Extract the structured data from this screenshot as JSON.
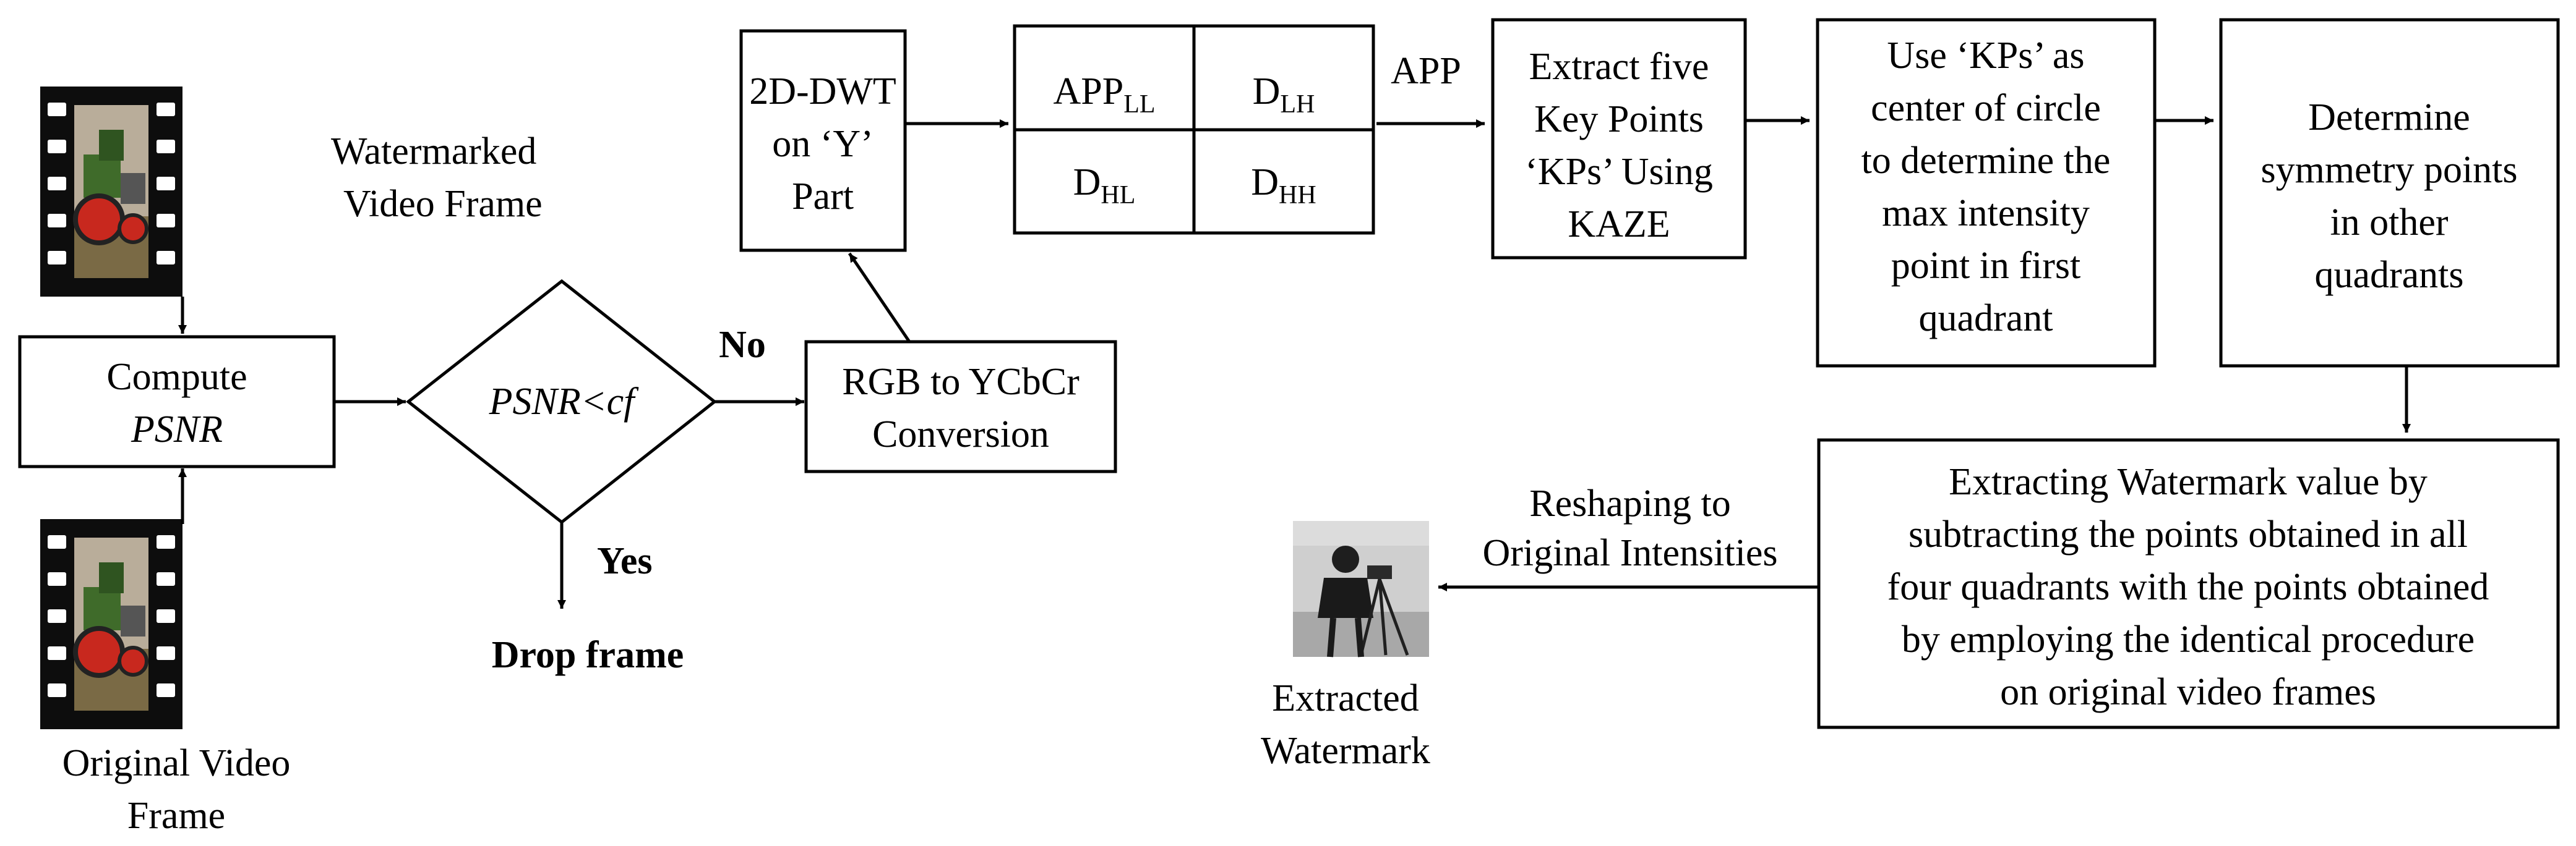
{
  "frames": {
    "watermarked_label": [
      "Watermarked",
      "Video Frame"
    ],
    "original_label": [
      "Original Video",
      "Frame"
    ]
  },
  "nodes": {
    "compute": {
      "line1": "Compute",
      "line2": "PSNR"
    },
    "decision": {
      "text": "PSNR<cf"
    },
    "no_label": "No",
    "yes_label": "Yes",
    "drop_frame": "Drop frame",
    "rgb": {
      "line1": "RGB to YCbCr",
      "line2": "Conversion"
    },
    "dwt": {
      "line1": "2D-DWT",
      "line2": "on ‘Y’",
      "line3": "Part"
    },
    "subbands": {
      "ll": {
        "base": "APP",
        "sub": "LL"
      },
      "lh": {
        "base": "D",
        "sub": "LH"
      },
      "hl": {
        "base": "D",
        "sub": "HL"
      },
      "hh": {
        "base": "D",
        "sub": "HH"
      }
    },
    "app_label": "APP",
    "kaze": {
      "line1": "Extract five",
      "line2": "Key Points",
      "line3": "‘KPs’ Using",
      "line4": "KAZE"
    },
    "circle": {
      "line1": "Use ‘KPs’ as",
      "line2": "center of circle",
      "line3": "to determine the",
      "line4": "max intensity",
      "line5": "point in first",
      "line6": "quadrant"
    },
    "symmetry": {
      "line1": "Determine",
      "line2": "symmetry points",
      "line3": "in other",
      "line4": "quadrants"
    },
    "extract": {
      "line1": "Extracting Watermark value by",
      "line2": "subtracting the points obtained in all",
      "line3": "four quadrants with the points obtained",
      "line4": "by employing the identical procedure",
      "line5": "on original video frames"
    },
    "reshape": {
      "line1": "Reshaping to",
      "line2": "Original Intensities"
    },
    "extracted": {
      "line1": "Extracted",
      "line2": "Watermark"
    }
  },
  "colors": {
    "line": "#000000",
    "film": "#0d0d0d",
    "frame_sky": "#b9ad9a",
    "frame_field": "#7a6a45",
    "tractor_green": "#3f6b2a",
    "tractor_wheel": "#c8281e"
  },
  "icons": [
    "film-frame-icon",
    "tractor-image",
    "cameraman-image"
  ]
}
